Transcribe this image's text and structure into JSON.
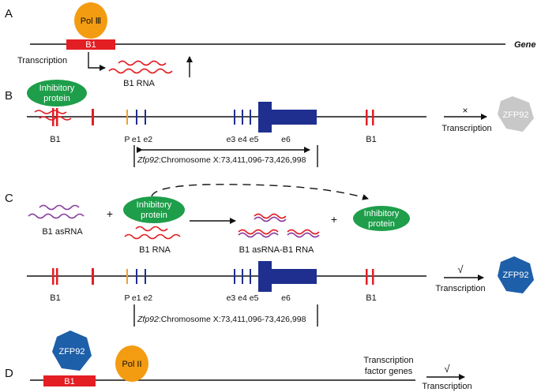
{
  "panels": {
    "a": {
      "letter": "A",
      "pol3": "Pol Ⅲ",
      "b1": "B1",
      "gene": "Gene",
      "transcription": "Transcription",
      "b1_rna": "B1 RNA"
    },
    "b": {
      "letter": "B",
      "inhibitory_line1": "Inhibitory",
      "inhibitory_line2": "protein",
      "b1_left": "B1",
      "p": "P",
      "e1e2": "e1 e2",
      "e3e4e5": "e3 e4 e5",
      "e6": "e6",
      "b1_right": "B1",
      "cross": "×",
      "transcription": "Transcription",
      "zfp92": "ZFP92",
      "span_italic": "Zfp92",
      "span_rest": ":Chromosome X:73,411,096-73,426,998"
    },
    "c": {
      "letter": "C",
      "b1_asrna": "B1 asRNA",
      "plus1": "+",
      "inhibitory_line1": "Inhibitory",
      "inhibitory_line2": "protein",
      "b1_rna": "B1 RNA",
      "complex": "B1 asRNA-B1 RNA",
      "plus2": "+",
      "inhibitory2_line1": "Inhibitory",
      "inhibitory2_line2": "protein",
      "b1_left": "B1",
      "p": "P",
      "e1e2": "e1 e2",
      "e3e4e5": "e3 e4 e5",
      "e6": "e6",
      "b1_right": "B1",
      "check": "√",
      "transcription": "Transcription",
      "zfp92": "ZFP92",
      "span_italic": "Zfp92",
      "span_rest": ":Chromosome X:73,411,096-73,426,998"
    },
    "d": {
      "letter": "D",
      "zfp92": "ZFP92",
      "pol2": "Pol II",
      "b1": "B1",
      "tf_line1": "Transcription",
      "tf_line2": "factor genes",
      "check": "√",
      "transcription": "Transcription"
    }
  },
  "colors": {
    "b1_red": "#e31e24",
    "pol_orange": "#f39c12",
    "inhibitory_green": "#1e9e4a",
    "exon_blue": "#1f2f8f",
    "zfp92_blue": "#1d5fa8",
    "zfp92_gray": "#c8c8c8",
    "rna_red": "#e31e24",
    "asrna_purple": "#8a3fa0",
    "promoter_orange": "#f0a030"
  }
}
